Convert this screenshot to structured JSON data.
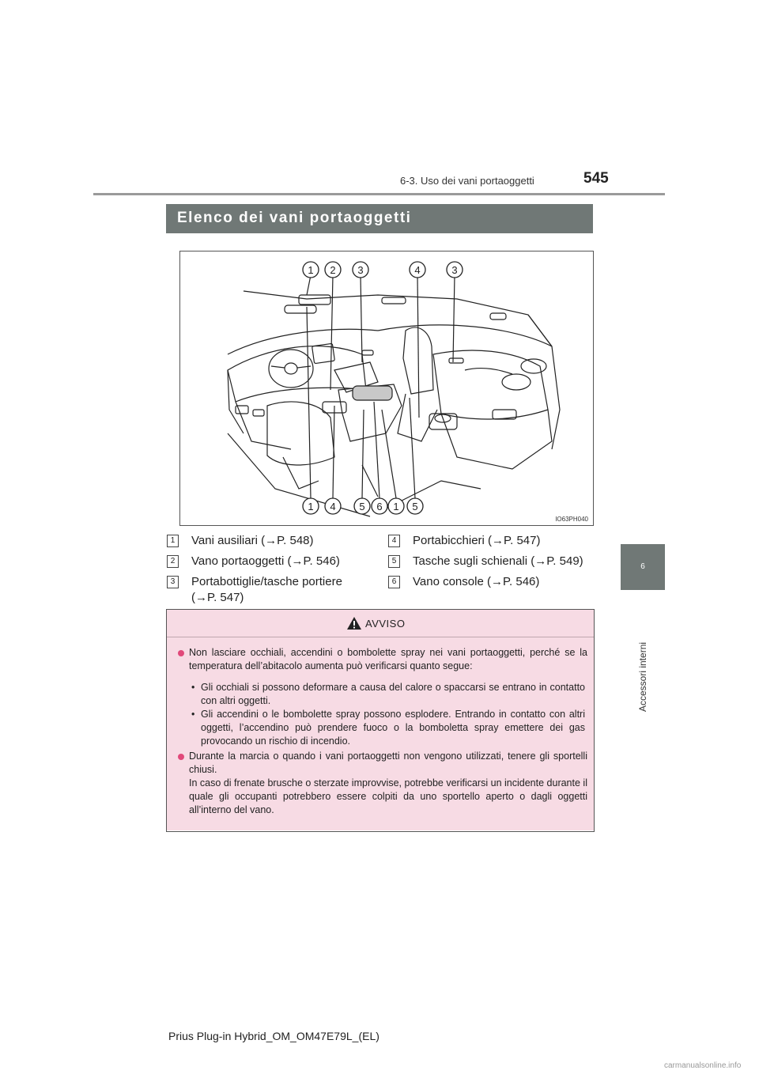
{
  "header": {
    "section": "6-3. Uso dei vani portaoggetti",
    "page_number": "545"
  },
  "side_tab": {
    "chapter_number": "6",
    "chapter_label": "Accessori interni"
  },
  "title": "Elenco dei vani portaoggetti",
  "figure": {
    "code": "IO63PH040",
    "top_callouts": [
      "1",
      "2",
      "3",
      "4",
      "3"
    ],
    "bottom_callouts": [
      "1",
      "4",
      "5",
      "6",
      "1",
      "5"
    ]
  },
  "legend": [
    {
      "num": "1",
      "text": "Vani ausiliari (→P. 548)"
    },
    {
      "num": "2",
      "text": "Vano portaoggetti (→P. 546)"
    },
    {
      "num": "3",
      "text": "Portabottiglie/tasche portiere",
      "text2": "(→P. 547)"
    },
    {
      "num": "4",
      "text": "Portabicchieri (→P. 547)"
    },
    {
      "num": "5",
      "text": "Tasche sugli schienali (→P. 549)"
    },
    {
      "num": "6",
      "text": "Vano console (→P. 546)"
    }
  ],
  "warning": {
    "title": "AVVISO",
    "bullet1": "Non lasciare occhiali, accendini o bombolette spray nei vani portaoggetti, perché se la temperatura dell’abitacolo aumenta può verificarsi quanto segue:",
    "sub1": "Gli occhiali si possono deformare a causa del calore o spaccarsi se entrano in contatto con altri oggetti.",
    "sub2": "Gli accendini o le bombolette spray possono esplodere. Entrando in contatto con altri oggetti, l’accendino può prendere fuoco o la bomboletta spray emettere dei gas provocando un rischio di incendio.",
    "bullet2": "Durante la marcia o quando i vani portaoggetti non vengono utilizzati, tenere gli sportelli chiusi.",
    "bullet2_cont": "In caso di frenate brusche o sterzate improvvise, potrebbe verificarsi un incidente durante il quale gli occupanti potrebbero essere colpiti da uno sportello aperto o dagli oggetti all’interno del vano."
  },
  "footer": "Prius Plug-in Hybrid_OM_OM47E79L_(EL)",
  "watermark": "carmanualsonline.info"
}
